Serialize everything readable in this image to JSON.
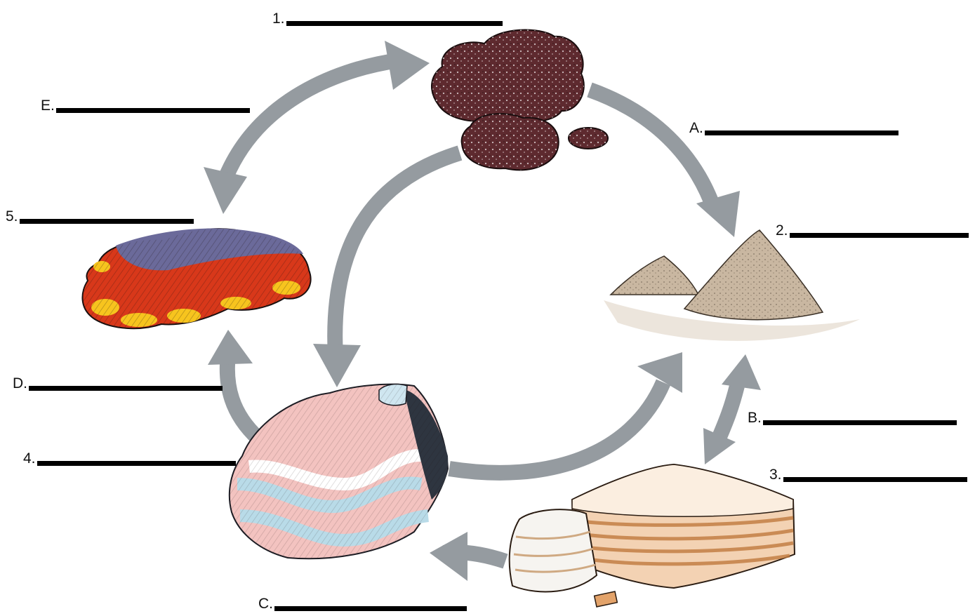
{
  "labels": {
    "n1": "1.",
    "n2": "2.",
    "n3": "3.",
    "n4": "4.",
    "n5": "5.",
    "A": "A.",
    "B": "B.",
    "C": "C.",
    "D": "D.",
    "E": "E."
  },
  "colors": {
    "arrow": "#959ba0",
    "igneous": "#5e2a2f",
    "sediment": "#c9b7a1",
    "sedimentary": "#e8a46a",
    "metamorphic_pink": "#f3c3c0",
    "metamorphic_blue": "#b9dbe8",
    "magma_red": "#d8381a",
    "magma_yellow": "#f7c41e",
    "magma_purple": "#6b6a9a"
  },
  "icons": [
    "igneous-rock-icon",
    "sediment-pile-icon",
    "sedimentary-rock-icon",
    "metamorphic-rock-icon",
    "magma-icon"
  ]
}
